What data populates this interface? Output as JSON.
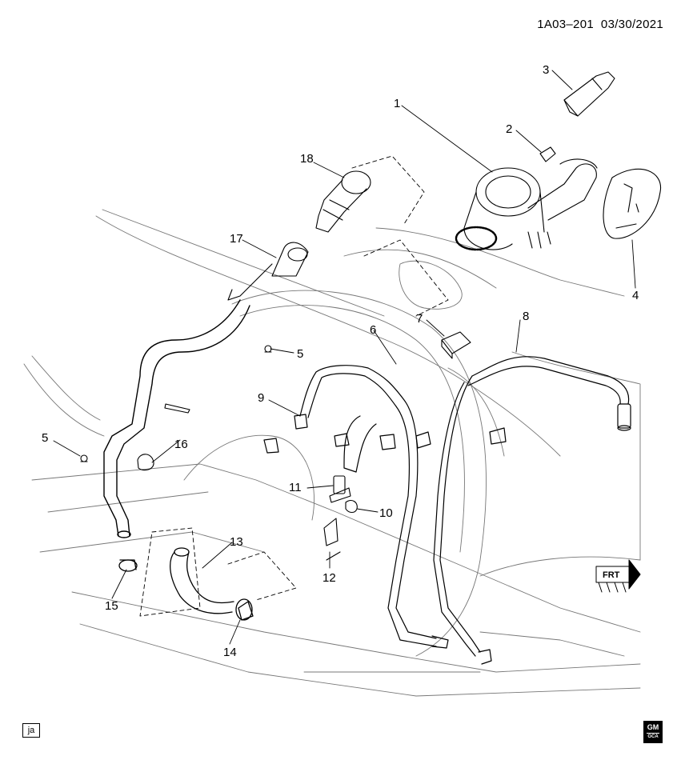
{
  "header": {
    "code": "1A03–201  03/30/2021"
  },
  "callouts": {
    "c1": "1",
    "c2": "2",
    "c3": "3",
    "c4": "4",
    "c5a": "5",
    "c5b": "5",
    "c6": "6",
    "c7": "7",
    "c8": "8",
    "c9": "9",
    "c10": "10",
    "c11": "11",
    "c12": "12",
    "c13": "13",
    "c14": "14",
    "c15": "15",
    "c16": "16",
    "c17": "17",
    "c18": "18"
  },
  "direction": {
    "label": "FRT"
  },
  "footer": {
    "lang": "ja",
    "logo": "GM",
    "logo_sub": "GCA"
  },
  "icons": {
    "direction_arrow": "front-arrow-icon",
    "brand": "gm-logo-icon"
  }
}
